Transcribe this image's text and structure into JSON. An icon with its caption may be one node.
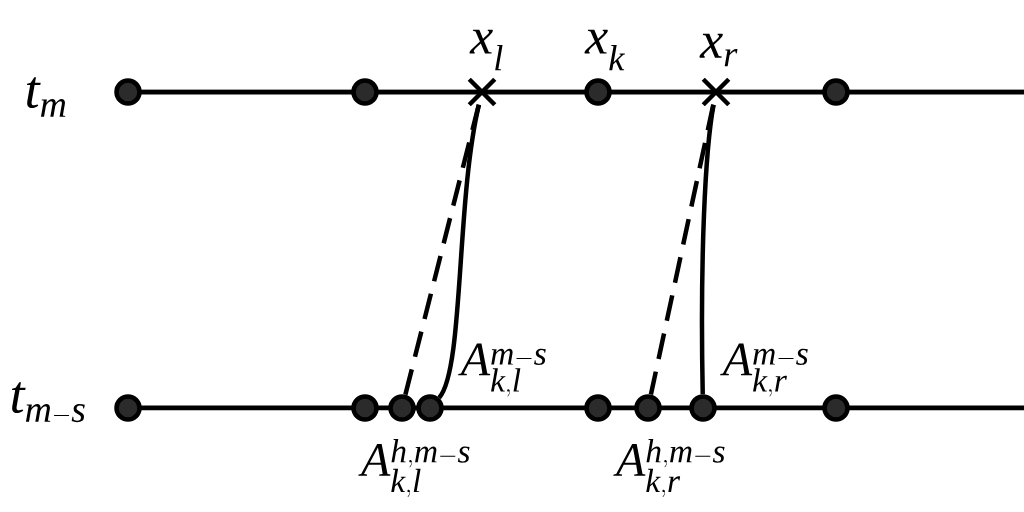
{
  "diagram": {
    "nodes": [
      {
        "text": [],
        "shape": "circle"
      },
      {
        "text": [],
        "shape": "circle"
      },
      {
        "text": [],
        "shape": "cross",
        "beside": [
          "x_{l}"
        ]
      },
      {
        "text": [],
        "shape": "circle",
        "beside": [
          "x_{k}"
        ]
      },
      {
        "text": [],
        "shape": "cross",
        "beside": [
          "x_{r}"
        ]
      },
      {
        "text": [],
        "shape": "circle"
      },
      {
        "text": [],
        "shape": "circle"
      },
      {
        "text": [],
        "shape": "circle"
      },
      {
        "text": [],
        "shape": "circle",
        "beside": [
          "A_{k,l}^{h,m-s}"
        ]
      },
      {
        "text": [],
        "shape": "circle",
        "beside": [
          "A_{k,l}^{m-s}"
        ]
      },
      {
        "text": [],
        "shape": "circle"
      },
      {
        "text": [],
        "shape": "circle",
        "beside": [
          "A_{k,r}^{h,m-s}"
        ]
      },
      {
        "text": [],
        "shape": "circle",
        "beside": [
          "A_{k,r}^{m-s}"
        ]
      },
      {
        "text": [],
        "shape": "circle"
      }
    ],
    "edges": [
      {
        "from": 2,
        "to": 8,
        "arrow": "none",
        "style": "dashed"
      },
      {
        "from": 2,
        "to": 9,
        "arrow": "none"
      },
      {
        "from": 4,
        "to": 11,
        "arrow": "none",
        "style": "dashed"
      },
      {
        "from": 4,
        "to": 12,
        "arrow": "none"
      }
    ],
    "labels": [
      "t_{m}",
      "t_{m-s}"
    ]
  }
}
